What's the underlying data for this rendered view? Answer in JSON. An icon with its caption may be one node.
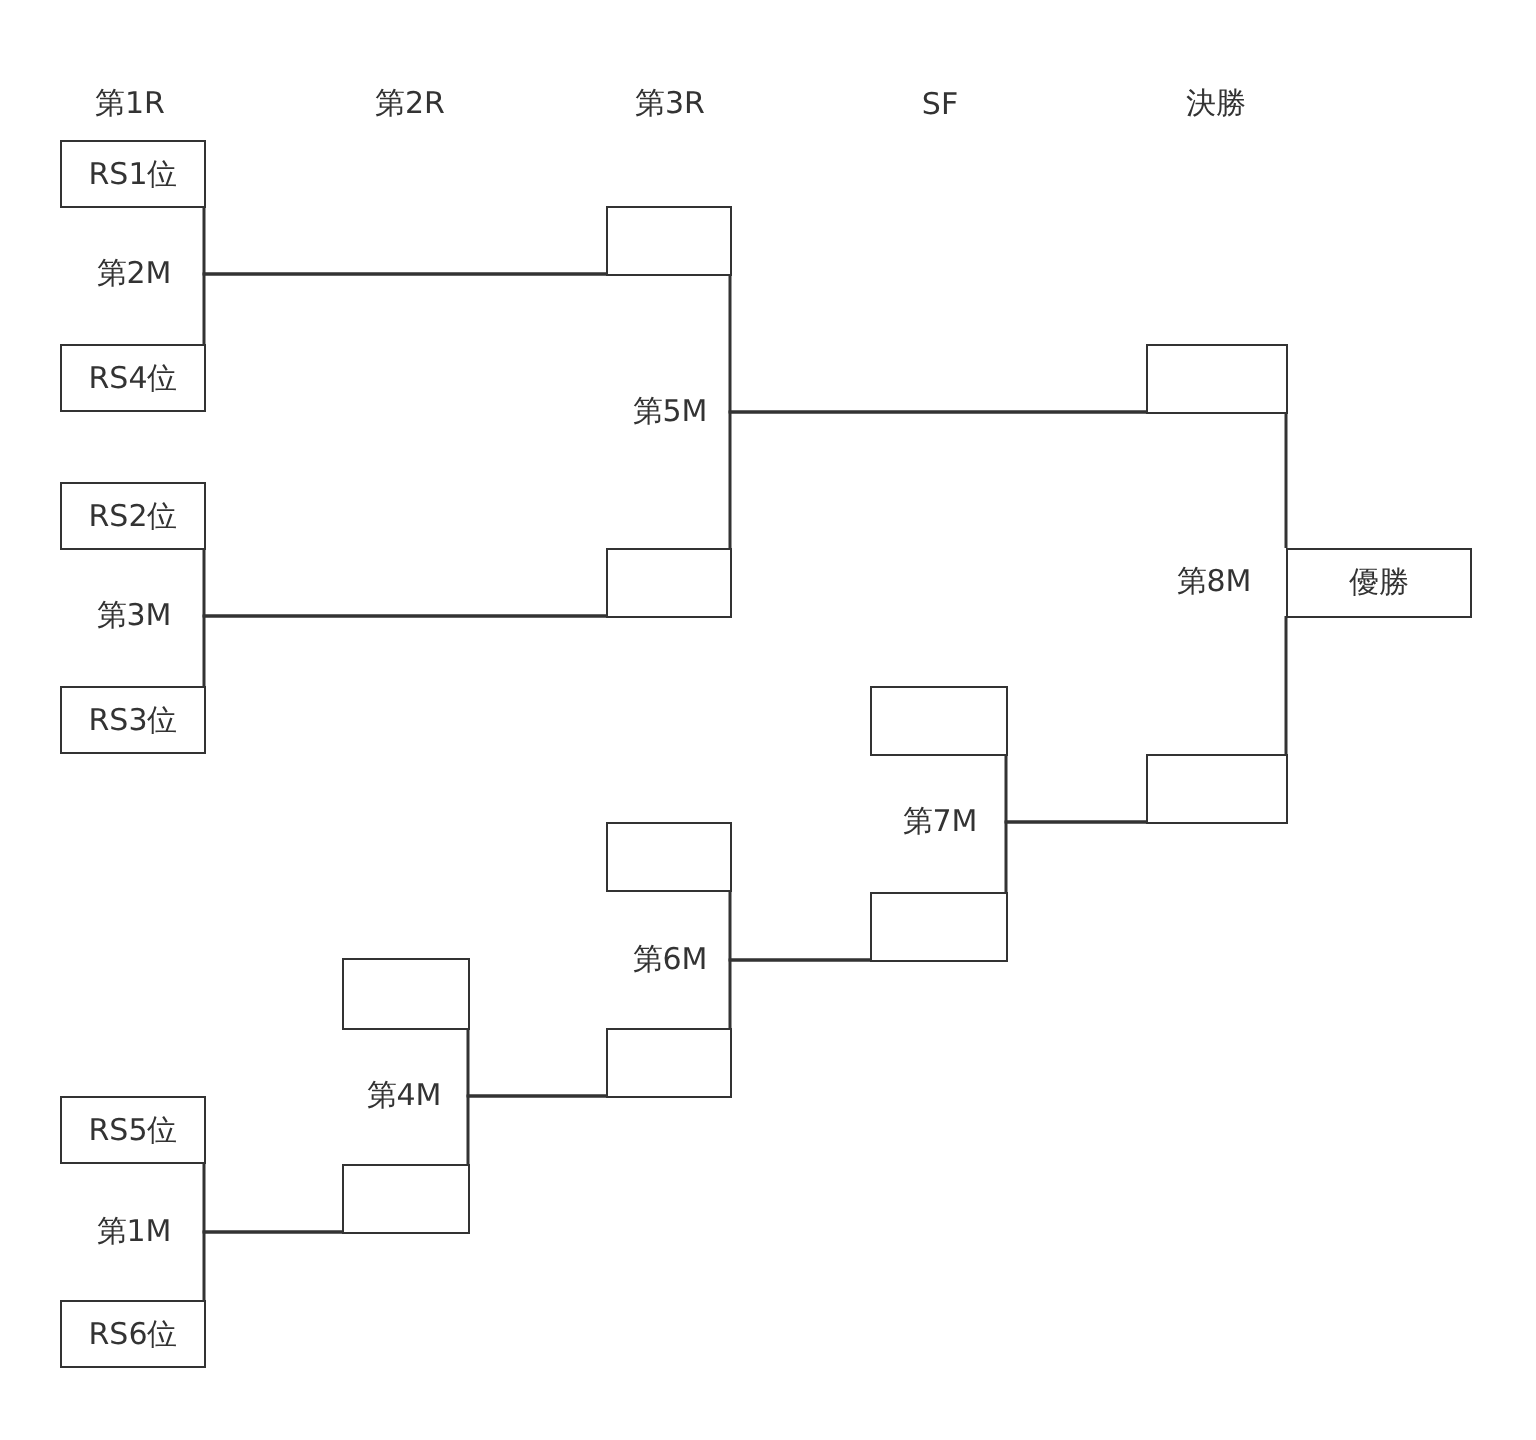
{
  "diagram": {
    "nodes": [
      {
        "text": [
          "RS1位"
        ]
      },
      {
        "text": [],
        "shape": "box"
      },
      {
        "text": [
          "RS4位"
        ]
      },
      {
        "text": [],
        "shape": "box"
      },
      {
        "text": [
          "RS2位"
        ]
      },
      {
        "text": [],
        "shape": "box"
      },
      {
        "text": [
          "優勝"
        ]
      },
      {
        "text": [
          "RS3位"
        ]
      },
      {
        "text": [],
        "shape": "box"
      },
      {
        "text": [],
        "shape": "box"
      },
      {
        "text": [],
        "shape": "box"
      },
      {
        "text": [],
        "shape": "box"
      },
      {
        "text": [],
        "shape": "box"
      },
      {
        "text": [],
        "shape": "box"
      },
      {
        "text": [
          "RS5位"
        ]
      },
      {
        "text": [],
        "shape": "box"
      },
      {
        "text": [
          "RS6位"
        ]
      }
    ],
    "edges": [
      {
        "from": 0,
        "to": 1,
        "arrow": "none"
      },
      {
        "from": 2,
        "to": 1,
        "arrow": "none"
      },
      {
        "from": 4,
        "to": 5,
        "arrow": "none"
      },
      {
        "from": 7,
        "to": 5,
        "arrow": "none"
      },
      {
        "from": 1,
        "to": 3,
        "arrow": "none"
      },
      {
        "from": 5,
        "to": 3,
        "arrow": "none"
      },
      {
        "from": 14,
        "to": 15,
        "arrow": "none"
      },
      {
        "from": 16,
        "to": 15,
        "arrow": "none"
      },
      {
        "from": 12,
        "to": 13,
        "arrow": "none"
      },
      {
        "from": 15,
        "to": 13,
        "arrow": "none"
      },
      {
        "from": 10,
        "to": 11,
        "arrow": "none"
      },
      {
        "from": 13,
        "to": 11,
        "arrow": "none"
      },
      {
        "from": 8,
        "to": 9,
        "arrow": "none"
      },
      {
        "from": 11,
        "to": 9,
        "arrow": "none"
      },
      {
        "from": 3,
        "to": 6,
        "arrow": "none"
      },
      {
        "from": 9,
        "to": 6,
        "arrow": "none"
      }
    ],
    "labels": [
      "第1R",
      "第2R",
      "第3R",
      "SF",
      "決勝",
      "第2M",
      "第5M",
      "第3M",
      "第8M",
      "第7M",
      "第6M",
      "第4M",
      "第1M"
    ]
  }
}
